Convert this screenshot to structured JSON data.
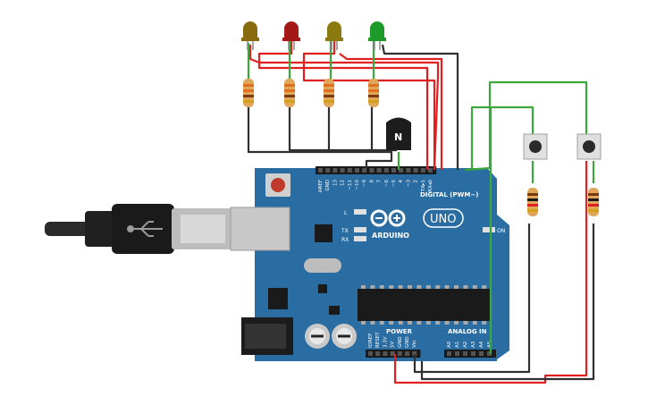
{
  "board": {
    "brand": "ARDUINO",
    "model": "UNO",
    "digital_header": "DIGITAL (PWM~)",
    "digital_pins": [
      "AREF",
      "GND",
      "13",
      "12",
      "~11",
      "~10",
      "~9",
      "8",
      "7",
      "~6",
      "~5",
      "4",
      "~3",
      "2",
      "TX▸1",
      "RX◂0"
    ],
    "led_labels": {
      "l": "L",
      "tx": "TX",
      "rx": "RX",
      "on": "ON"
    },
    "power_header": "POWER",
    "analog_header": "ANALOG IN",
    "power_pins": [
      "IOREF",
      "RESET",
      "3.3V",
      "5V",
      "GND",
      "GND",
      "Vin"
    ],
    "analog_pins": [
      "A0",
      "A1",
      "A2",
      "A3",
      "A4",
      "A5"
    ]
  },
  "transistor": {
    "label": "N"
  },
  "colors": {
    "board": "#2a6da2",
    "wire_red": "#e02020",
    "wire_black": "#303030",
    "wire_green": "#3aa83a",
    "led_colors": [
      "#8a6a10",
      "#a51818",
      "#8a7a10",
      "#1e9a2a"
    ]
  }
}
